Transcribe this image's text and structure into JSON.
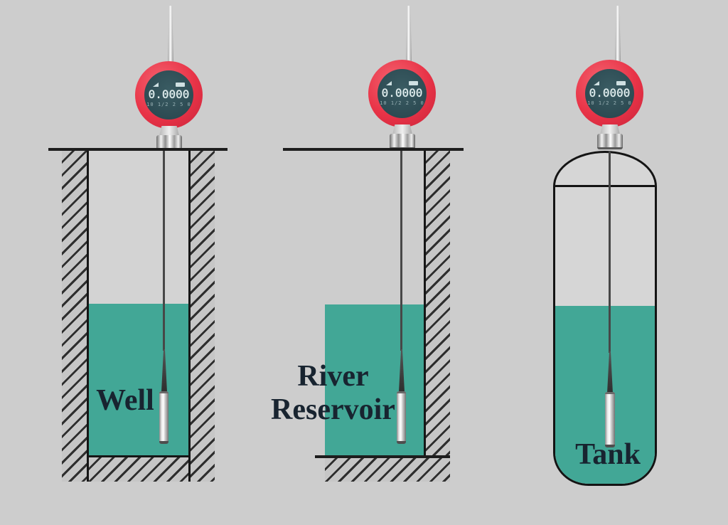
{
  "gauge": {
    "reading": "0.0000",
    "sub_scale": "10 1/2 2 5 0",
    "icons": [
      "signal-icon",
      "battery-icon"
    ]
  },
  "scenes": [
    {
      "id": "well",
      "label": "Well"
    },
    {
      "id": "river-reservoir",
      "label_lines": [
        "River",
        "Reservoir"
      ]
    },
    {
      "id": "tank",
      "label": "Tank"
    }
  ],
  "colors": {
    "background": "#cdcdcd",
    "water": "#42a796",
    "gauge_red": "#e83347",
    "display_face": "#2e4d55",
    "outline": "#161616",
    "wall_fill": "#c6c6c6",
    "hatch_line": "#2e2e2e",
    "label_text": "#182430"
  }
}
